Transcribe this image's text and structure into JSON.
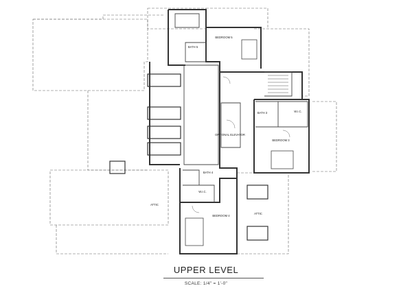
{
  "drawing": {
    "title": "UPPER LEVEL",
    "scale": "SCALE: 1/4\" = 1'-0\""
  },
  "rooms": {
    "bedroom_5": "BEDROOM 5",
    "bath_5": "BATH 5",
    "bath_3": "BATH 3",
    "wic_3": "W.I.C.",
    "bedroom_3": "BEDROOM 3",
    "optional_elevator": "OPTIONAL ELEVATOR",
    "bath_4": "BATH 4",
    "wic_4": "W.I.C.",
    "bedroom_4": "BEDROOM 4",
    "attic_left": "ATTIC",
    "attic_right": "ATTIC"
  },
  "colors": {
    "wall": "#333333",
    "dash": "#555555",
    "text": "#222222"
  }
}
